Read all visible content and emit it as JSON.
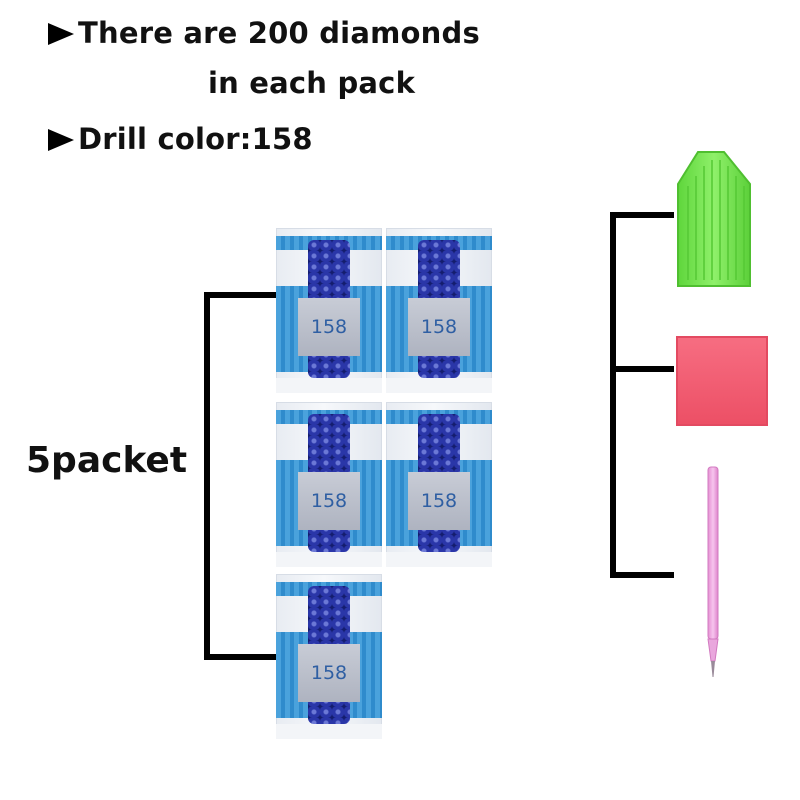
{
  "info": {
    "line1": "There are 200 diamonds",
    "line2": "in each pack",
    "line3": "Drill color:158"
  },
  "packets": {
    "label": "5packet",
    "color_code": "158",
    "count": 5
  },
  "colors": {
    "bead_blue": "#24309a",
    "pack_band_blue": "#3a97d6",
    "tray_green": "#7ce65a",
    "wax_pink": "#f25a70",
    "pen_pink": "#f2a3e0"
  },
  "icons": {
    "bullet": "right-triangle-icon",
    "tray": "pen-tray-icon",
    "wax": "wax-pad-icon",
    "pen": "drill-pen-icon"
  }
}
